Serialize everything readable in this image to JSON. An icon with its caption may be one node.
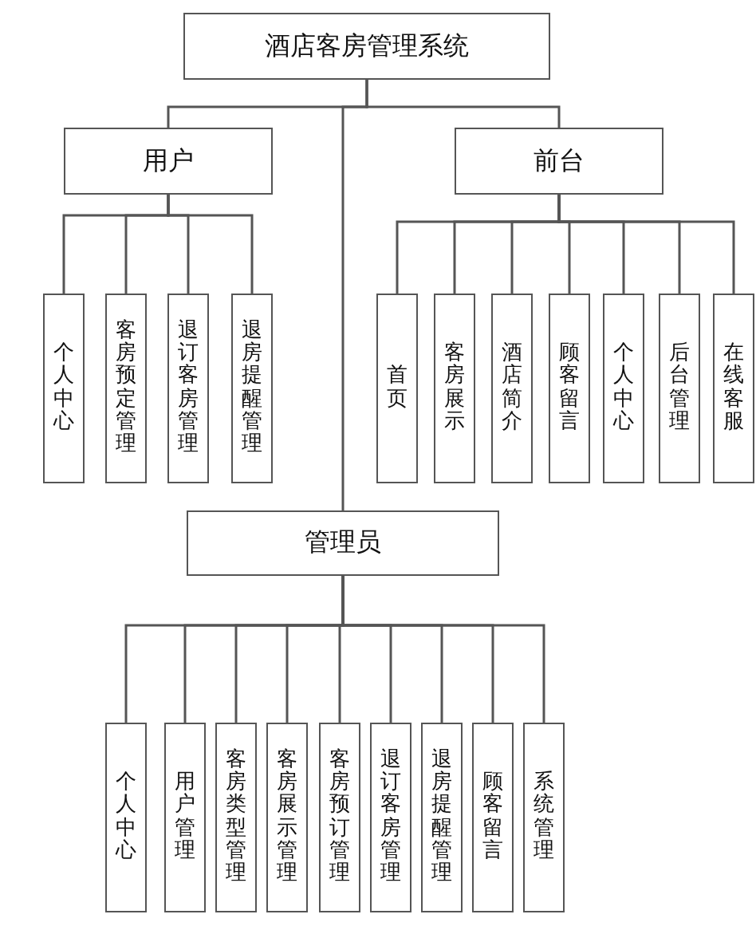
{
  "diagram": {
    "nodes": [
      {
        "text": [
          "酒店客房管理系统"
        ]
      },
      {
        "text": [
          "用户"
        ]
      },
      {
        "text": [
          "个人中心"
        ]
      },
      {
        "text": [
          "客房预定管理"
        ]
      },
      {
        "text": [
          "退订客房管理"
        ]
      },
      {
        "text": [
          "退房提醒管理"
        ]
      },
      {
        "text": [
          "前台"
        ]
      },
      {
        "text": [
          "首页"
        ]
      },
      {
        "text": [
          "客房展示"
        ]
      },
      {
        "text": [
          "酒店简介"
        ]
      },
      {
        "text": [
          "顾客留言"
        ]
      },
      {
        "text": [
          "个人中心"
        ]
      },
      {
        "text": [
          "后台管理"
        ]
      },
      {
        "text": [
          "在线客服"
        ]
      },
      {
        "text": [
          "管理员"
        ]
      },
      {
        "text": [
          "个人中心"
        ]
      },
      {
        "text": [
          "用户管理"
        ]
      },
      {
        "text": [
          "客房类型管理"
        ]
      },
      {
        "text": [
          "客房展示管理"
        ]
      },
      {
        "text": [
          "客房预订管理"
        ]
      },
      {
        "text": [
          "退订客房管理"
        ]
      },
      {
        "text": [
          "退房提醒管理"
        ]
      },
      {
        "text": [
          "顾客留言"
        ]
      },
      {
        "text": [
          "系统管理"
        ]
      }
    ],
    "edges": [
      {
        "from": 0,
        "to": 1,
        "arrow": "none"
      },
      {
        "from": 0,
        "to": 6,
        "arrow": "none"
      },
      {
        "from": 0,
        "to": 14,
        "arrow": "none"
      },
      {
        "from": 1,
        "to": 2,
        "arrow": "none"
      },
      {
        "from": 1,
        "to": 3,
        "arrow": "none"
      },
      {
        "from": 1,
        "to": 4,
        "arrow": "none"
      },
      {
        "from": 1,
        "to": 5,
        "arrow": "none"
      },
      {
        "from": 6,
        "to": 7,
        "arrow": "none"
      },
      {
        "from": 6,
        "to": 8,
        "arrow": "none"
      },
      {
        "from": 6,
        "to": 9,
        "arrow": "none"
      },
      {
        "from": 6,
        "to": 10,
        "arrow": "none"
      },
      {
        "from": 6,
        "to": 11,
        "arrow": "none"
      },
      {
        "from": 6,
        "to": 12,
        "arrow": "none"
      },
      {
        "from": 6,
        "to": 13,
        "arrow": "none"
      },
      {
        "from": 14,
        "to": 15,
        "arrow": "none"
      },
      {
        "from": 14,
        "to": 16,
        "arrow": "none"
      },
      {
        "from": 14,
        "to": 17,
        "arrow": "none"
      },
      {
        "from": 14,
        "to": 18,
        "arrow": "none"
      },
      {
        "from": 14,
        "to": 19,
        "arrow": "none"
      },
      {
        "from": 14,
        "to": 20,
        "arrow": "none"
      },
      {
        "from": 14,
        "to": 21,
        "arrow": "none"
      },
      {
        "from": 14,
        "to": 22,
        "arrow": "none"
      },
      {
        "from": 14,
        "to": 23,
        "arrow": "none"
      }
    ]
  }
}
